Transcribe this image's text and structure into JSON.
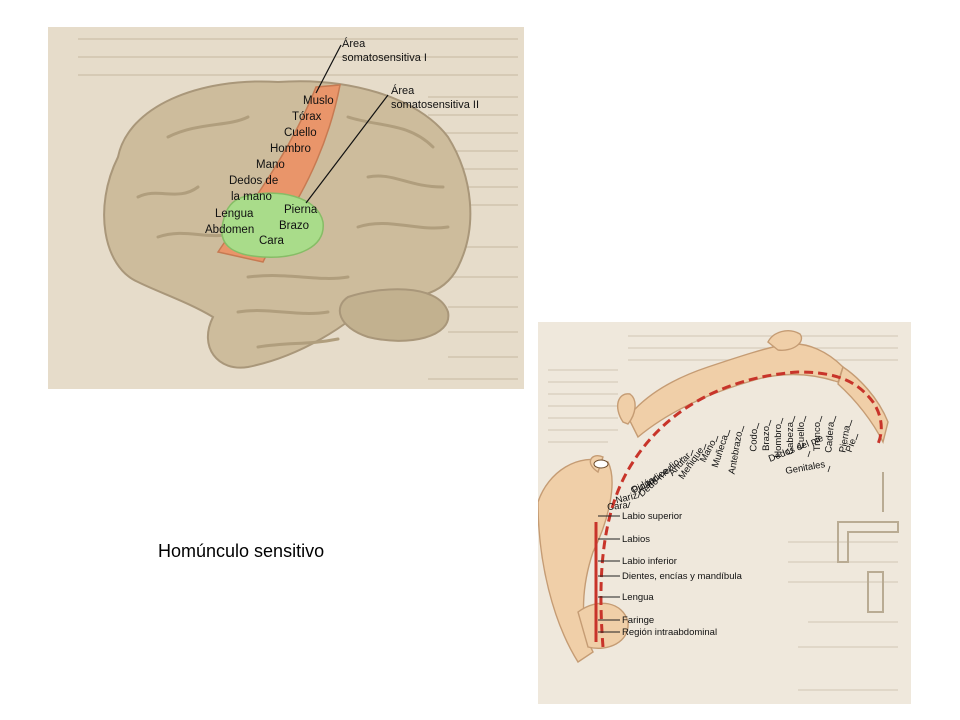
{
  "caption": "Homúnculo sensitivo",
  "brain_figure": {
    "callouts": {
      "area_s1": [
        "Área",
        "somatosensitiva I"
      ],
      "area_s2": [
        "Área",
        "somatosensitiva II"
      ]
    },
    "s1_labels": [
      "Muslo",
      "Tórax",
      "Cuello",
      "Hombro",
      "Mano",
      "Dedos de",
      "la mano",
      "Lengua",
      "Abdomen"
    ],
    "s2_labels": [
      "Pierna",
      "Brazo",
      "Cara"
    ],
    "colors": {
      "brain": "#cdbc9c",
      "s1_area": "#e9956a",
      "s2_area": "#a9dc8a",
      "page": "#e6dcca"
    }
  },
  "homunculus_figure": {
    "arc_labels": [
      "Genitales",
      "Dedos del pie",
      "Pie",
      "Pierna",
      "Cadera",
      "Tronco",
      "Cuello",
      "Cabeza",
      "Hombro",
      "Brazo",
      "Codo",
      "Antebrazo",
      "Muñeca",
      "Mano",
      "Meñique",
      "Anular",
      "Dedo medio",
      "Índice",
      "Pulgar",
      "Ojo",
      "Nariz",
      "Cara"
    ],
    "vertical_labels": [
      "Labio superior",
      "Labios",
      "Labio inferior",
      "Dientes, encías y mandíbula",
      "Lengua",
      "Faringe",
      "Región intraabdominal"
    ],
    "colors": {
      "cortex_line": "#c8342a",
      "figure": "#f0cfa8",
      "page": "#efe8dc"
    }
  }
}
